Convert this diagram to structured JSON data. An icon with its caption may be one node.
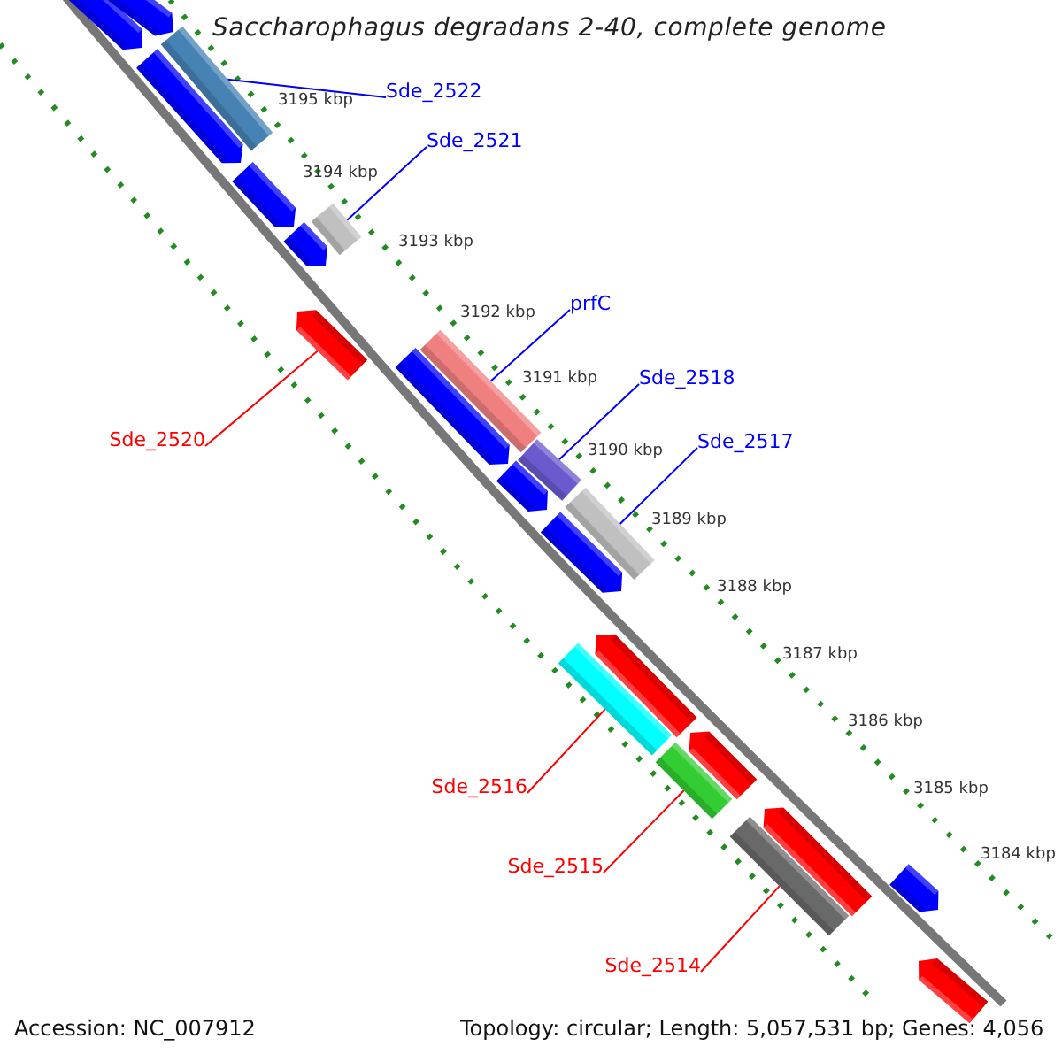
{
  "diagram": {
    "title": "Saccharophagus degradans 2-40, complete genome",
    "nodes": [
      {
        "text": [],
        "shape": "arrow"
      },
      {
        "text": [],
        "shape": "arrow"
      },
      {
        "text": [],
        "shape": "bar"
      },
      {
        "text": [],
        "shape": "arrow"
      },
      {
        "text": [],
        "shape": "arrow"
      },
      {
        "text": [],
        "shape": "arrow"
      },
      {
        "text": [],
        "shape": "bar"
      },
      {
        "text": [],
        "shape": "arrow"
      },
      {
        "text": [],
        "shape": "bar"
      },
      {
        "text": [],
        "shape": "arrow"
      },
      {
        "text": [],
        "shape": "bar"
      },
      {
        "text": [],
        "shape": "arrow"
      },
      {
        "text": [],
        "shape": "bar"
      },
      {
        "text": [],
        "shape": "arrow"
      },
      {
        "text": [],
        "shape": "arrow"
      },
      {
        "text": [],
        "shape": "bar"
      },
      {
        "text": [],
        "shape": "arrow"
      },
      {
        "text": [],
        "shape": "bar"
      },
      {
        "text": [],
        "shape": "arrow"
      },
      {
        "text": [],
        "shape": "bar"
      },
      {
        "text": [],
        "shape": "arrow"
      },
      {
        "text": [],
        "shape": "arrow"
      },
      {
        "text": [
          "Sde_2522"
        ]
      },
      {
        "text": [
          "Sde_2521"
        ]
      },
      {
        "text": [
          "Sde_2520"
        ]
      },
      {
        "text": [
          "prfC"
        ]
      },
      {
        "text": [
          "Sde_2518"
        ]
      },
      {
        "text": [
          "Sde_2517"
        ]
      },
      {
        "text": [
          "Sde_2516"
        ]
      },
      {
        "text": [
          "Sde_2515"
        ]
      },
      {
        "text": [
          "Sde_2514"
        ]
      }
    ],
    "edges": [
      {
        "from": 22,
        "to": 2,
        "arrow": "none"
      },
      {
        "from": 23,
        "to": 6,
        "arrow": "none"
      },
      {
        "from": 24,
        "to": 7,
        "arrow": "none",
        "color": "#ff0000"
      },
      {
        "from": 25,
        "to": 8,
        "arrow": "none"
      },
      {
        "from": 26,
        "to": 10,
        "arrow": "none"
      },
      {
        "from": 27,
        "to": 12,
        "arrow": "none"
      },
      {
        "from": 28,
        "to": 15,
        "arrow": "none",
        "color": "#ff0000"
      },
      {
        "from": 29,
        "to": 17,
        "arrow": "none",
        "color": "#ff0000"
      },
      {
        "from": 30,
        "to": 19,
        "arrow": "none",
        "color": "#ff0000"
      }
    ],
    "labels": [
      "3195 kbp",
      "3194 kbp",
      "3193 kbp",
      "3192 kbp",
      "3191 kbp",
      "3190 kbp",
      "3189 kbp",
      "3188 kbp",
      "3187 kbp",
      "3186 kbp",
      "3185 kbp",
      "3184 kbp",
      "Accession: NC_007912",
      "Topology: circular; Length: 5,057,531 bp; Genes: 4,056"
    ]
  }
}
